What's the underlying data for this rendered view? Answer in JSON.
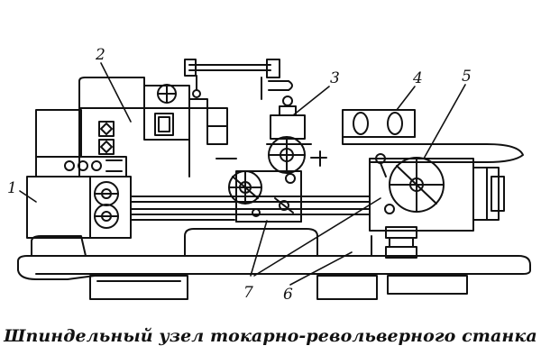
{
  "caption": "Шпиндельный узел токарно-револьверного станка",
  "callouts": [
    {
      "label": "1"
    },
    {
      "label": "2"
    },
    {
      "label": "3"
    },
    {
      "label": "4"
    },
    {
      "label": "5"
    },
    {
      "label": "6"
    },
    {
      "label": "7"
    }
  ],
  "ink_color": "#111111"
}
